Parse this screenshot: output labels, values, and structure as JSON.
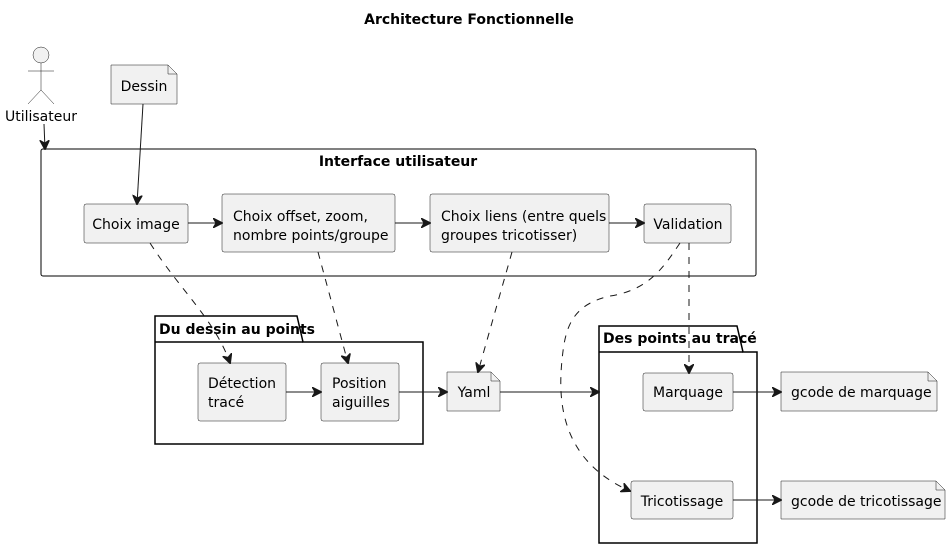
{
  "title": "Architecture Fonctionnelle",
  "actor": {
    "label": "Utilisateur"
  },
  "notes": {
    "dessin": "Dessin",
    "yaml": "Yaml",
    "gcode_marquage": "gcode de marquage",
    "gcode_tricotissage": "gcode de tricotissage"
  },
  "interface": {
    "title": "Interface utilisateur",
    "choix_image": "Choix image",
    "choix_offset": [
      "Choix offset, zoom,",
      "nombre points/groupe"
    ],
    "choix_liens": [
      "Choix liens (entre quels",
      "groupes tricotisser)"
    ],
    "validation": "Validation"
  },
  "package_dessin": {
    "title": "Du dessin au points",
    "detection": [
      "Détection",
      "tracé"
    ],
    "position": [
      "Position",
      "aiguilles"
    ]
  },
  "package_trace": {
    "title": "Des points au tracé",
    "marquage": "Marquage",
    "tricotissage": "Tricotissage"
  },
  "colors": {
    "box_fill": "#f1f1f1",
    "stroke": "#181818",
    "background": "#ffffff"
  }
}
